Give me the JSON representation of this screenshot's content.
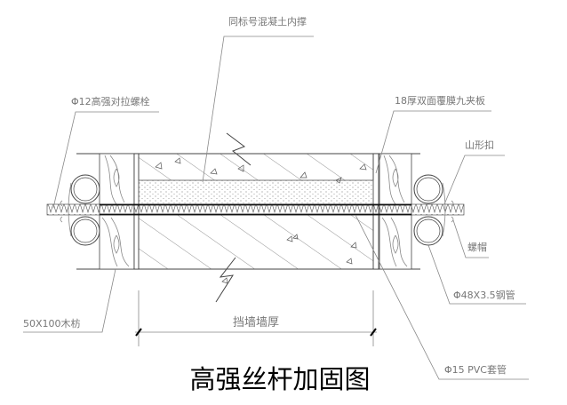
{
  "labels": {
    "concrete_brace": "同标号混凝土内撑",
    "bolt": "Φ12高强对拉螺栓",
    "plywood": "18厚双面覆膜九夹板",
    "clip": "山形扣",
    "nut": "螺帽",
    "steel_pipe": "Φ48X3.5钢管",
    "timber": "50X100木枋",
    "wall_thickness": "挡墙墙厚",
    "pvc_sleeve": "Φ15 PVC套管"
  },
  "title": "高强丝杆加固图"
}
